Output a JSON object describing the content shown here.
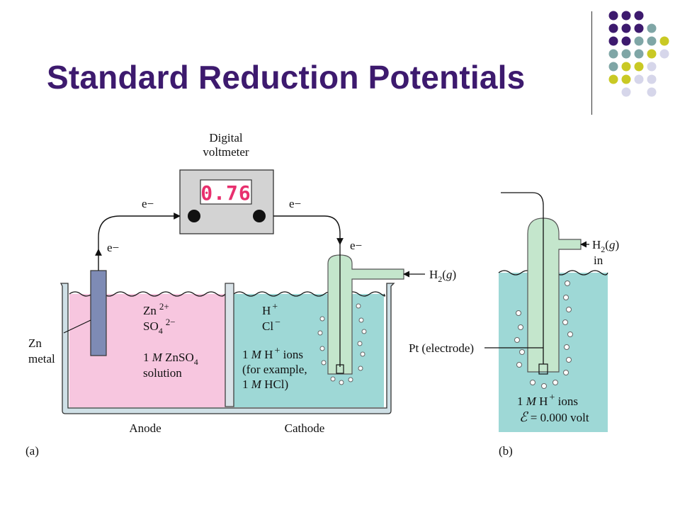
{
  "slide": {
    "title": "Standard Reduction Potentials",
    "palette": {
      "title": "#3d1a6e",
      "dot_purple": "#3d1a6e",
      "dot_teal": "#7fa6a6",
      "dot_yellow": "#c9c924",
      "dot_lavender": "#d6d6ea"
    }
  },
  "figure_a": {
    "voltmeter_label_1": "Digital",
    "voltmeter_label_2": "voltmeter",
    "reading": "0.76",
    "electron": "e−",
    "zn_label_1": "Zn",
    "zn_label_2": "metal",
    "anode_ion_1": "Zn",
    "anode_ion_1_charge": "2+",
    "anode_ion_2": "SO",
    "anode_ion_2_sub": "4",
    "anode_ion_2_charge": "2−",
    "anode_solution_1_pre": "1 ",
    "anode_solution_1_italic": "M",
    "anode_solution_1_post": " ZnSO",
    "anode_solution_1_sub": "4",
    "anode_solution_2": "solution",
    "cathode_ion_1": "H",
    "cathode_ion_1_charge": "+",
    "cathode_ion_2": "Cl",
    "cathode_ion_2_charge": "−",
    "cathode_solution_1_pre": "1 ",
    "cathode_solution_1_italic": "M",
    "cathode_solution_1_post": " H",
    "cathode_solution_1_charge": "+",
    "cathode_solution_1_end": " ions",
    "cathode_solution_2": "(for example,",
    "cathode_solution_3_pre": "1 ",
    "cathode_solution_3_italic": "M",
    "cathode_solution_3_post": " HCl)",
    "h2_label": "H",
    "h2_sub": "2",
    "h2_paren_open": "(",
    "h2_g": "g",
    "h2_paren_close": ")",
    "anode_caption": "Anode",
    "cathode_caption": "Cathode",
    "panel_label": "(a)",
    "colors": {
      "anode_solution": "#f7c6df",
      "cathode_solution": "#9ed8d6",
      "electrode": "#7e8bb5",
      "tube": "#c4e6cc"
    }
  },
  "figure_b": {
    "h2_label": "H",
    "h2_sub": "2",
    "h2_paren_open": "(",
    "h2_g": "g",
    "h2_paren_close": ")",
    "h2_in": "in",
    "pt_label": "Pt (electrode)",
    "ions_pre": "1 ",
    "ions_italic": "M",
    "ions_post": " H",
    "ions_charge": "+",
    "ions_end": " ions",
    "potential_symbol": "ℰ",
    "potential_value": " = 0.000 volt",
    "panel_label": "(b)"
  }
}
